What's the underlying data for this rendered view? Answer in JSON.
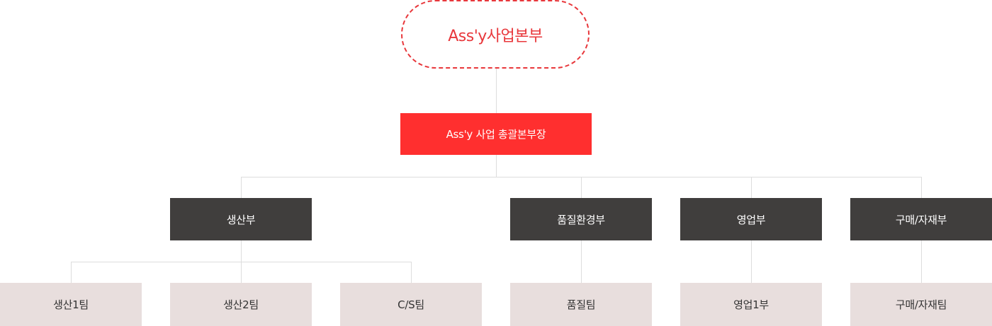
{
  "root": {
    "label": "Ass'y사업본부"
  },
  "head": {
    "label": "Ass'y 사업 총괄본부장"
  },
  "departments": [
    {
      "label": "생산부"
    },
    {
      "label": "품질환경부"
    },
    {
      "label": "영업부"
    },
    {
      "label": "구매/자재부"
    }
  ],
  "teams": [
    {
      "label": "생산1팀"
    },
    {
      "label": "생산2팀"
    },
    {
      "label": "C/S팀"
    },
    {
      "label": "품질팀"
    },
    {
      "label": "영업1부"
    },
    {
      "label": "구매/자재팀"
    }
  ],
  "colors": {
    "accent": "#ff2f2f",
    "root_border": "#e8373b",
    "department_bg": "#403e3d",
    "team_bg": "#e8dedd",
    "connector": "#dddddd"
  }
}
